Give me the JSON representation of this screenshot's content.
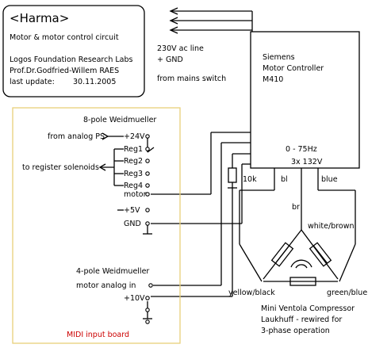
{
  "title_box": {
    "title": "<Harma>",
    "line1": "Motor & motor control circuit",
    "line2": "Logos Foundation Research Labs",
    "line3": "Prof.Dr.Godfried-Willem RAES",
    "line4_label": "last update:",
    "line4_date": "30.11.2005"
  },
  "mains": {
    "line1": "230V ac line",
    "line2": "+ GND",
    "line3": "from mains switch"
  },
  "controller": {
    "line1": "Siemens",
    "line2": "Motor Controller",
    "line3": "M410",
    "freq": "0 - 75Hz",
    "phase": "3x 132V",
    "resistor": "10k",
    "bl": "bl",
    "blue": "blue",
    "br": "br"
  },
  "board": {
    "weid8": "8-pole Weidmueller",
    "from_ps": "from analog PS",
    "pins": [
      "+24V",
      "Reg1",
      "Reg2",
      "Reg3",
      "Reg4",
      "motor",
      "+5V",
      "GND"
    ],
    "solenoids": "to register solenoids",
    "weid4": "4-pole Weidmueller",
    "motor_analog": "motor analog in",
    "plus10v": "+10V",
    "midi": "MIDI input board"
  },
  "motor": {
    "white_brown": "white/brown",
    "yellow_black": "yellow/black",
    "green_blue": "green/blue",
    "caption1": "Mini Ventola Compressor",
    "caption2": "Laukhuff - rewired for",
    "caption3": "3-phase operation"
  }
}
